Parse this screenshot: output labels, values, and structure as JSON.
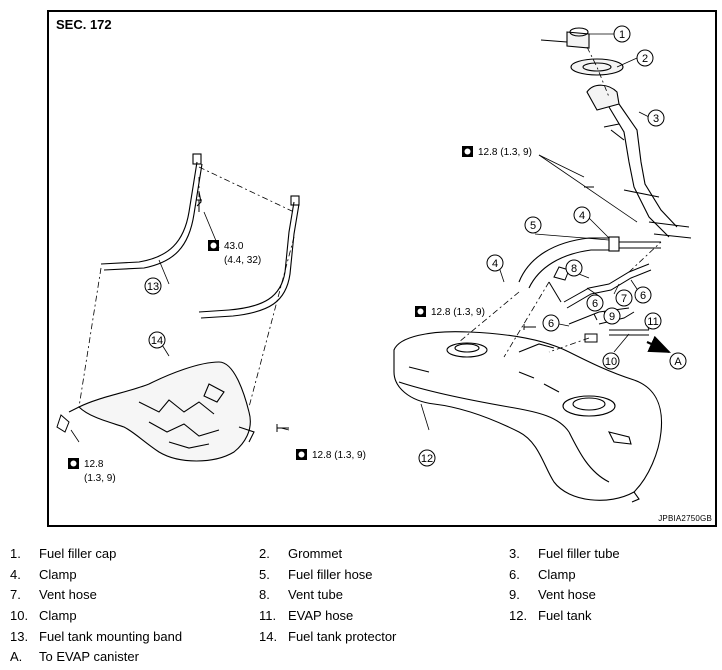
{
  "diagram": {
    "section_label": "SEC. 172",
    "reference_code": "JPBIA2750GB",
    "callouts": [
      "1",
      "2",
      "3",
      "4",
      "5",
      "4",
      "8",
      "6",
      "7",
      "6",
      "9",
      "6",
      "11",
      "10",
      "A",
      "12",
      "13",
      "14"
    ],
    "torque_specs": [
      {
        "value": "12.8 (1.3, 9)"
      },
      {
        "value": "43.0",
        "sub": "(4.4, 32)"
      },
      {
        "value": "12.8 (1.3, 9)"
      },
      {
        "value": "12.8",
        "sub": "(1.3, 9)"
      },
      {
        "value": "12.8 (1.3, 9)"
      }
    ]
  },
  "legend": {
    "items": [
      {
        "num": "1.",
        "label": "Fuel filler cap"
      },
      {
        "num": "2.",
        "label": "Grommet"
      },
      {
        "num": "3.",
        "label": "Fuel filler tube"
      },
      {
        "num": "4.",
        "label": "Clamp"
      },
      {
        "num": "5.",
        "label": "Fuel filler hose"
      },
      {
        "num": "6.",
        "label": "Clamp"
      },
      {
        "num": "7.",
        "label": "Vent hose"
      },
      {
        "num": "8.",
        "label": "Vent tube"
      },
      {
        "num": "9.",
        "label": "Vent hose"
      },
      {
        "num": "10.",
        "label": "Clamp"
      },
      {
        "num": "11.",
        "label": "EVAP hose"
      },
      {
        "num": "12.",
        "label": "Fuel tank"
      },
      {
        "num": "13.",
        "label": "Fuel tank mounting band"
      },
      {
        "num": "14.",
        "label": "Fuel tank protector"
      },
      {
        "num": "A.",
        "label": "To EVAP canister"
      }
    ]
  }
}
